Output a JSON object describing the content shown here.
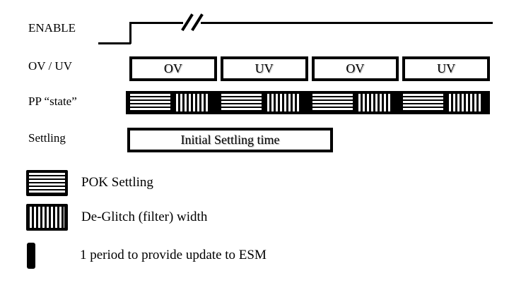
{
  "colors": {
    "ink": "#000000",
    "paper": "#ffffff"
  },
  "rows": {
    "enable": {
      "label": "ENABLE"
    },
    "ov_uv": {
      "label": "OV / UV",
      "segments": [
        "OV",
        "UV",
        "OV",
        "UV"
      ]
    },
    "pp_state": {
      "label": "PP “state”"
    },
    "settling": {
      "label": "Settling",
      "box_label": "Initial Settling time"
    }
  },
  "legend": [
    {
      "icon": "pok-settling-swatch",
      "label": "POK Settling"
    },
    {
      "icon": "deglitch-swatch",
      "label": "De-Glitch (filter) width"
    },
    {
      "icon": "esm-period-swatch",
      "label": "1 period to provide update to ESM"
    }
  ]
}
